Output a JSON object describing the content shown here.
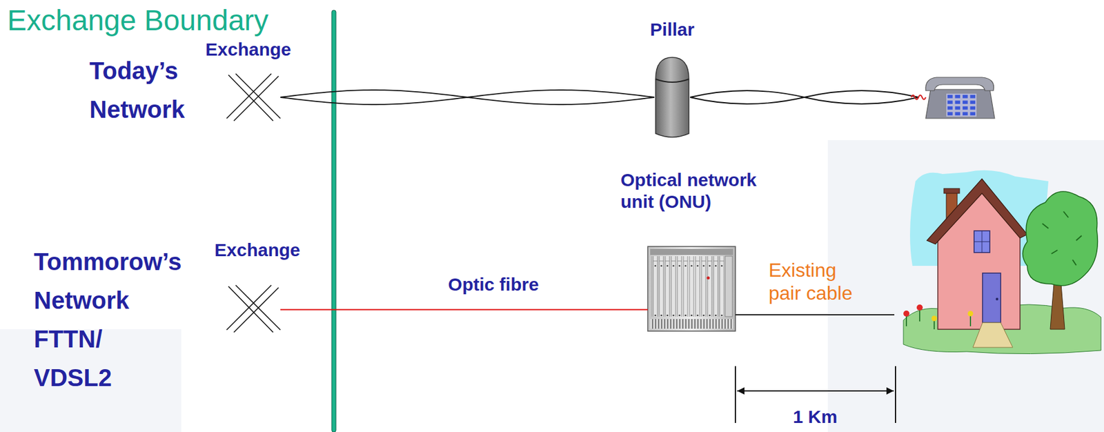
{
  "diagram": {
    "nodes": [
      {
        "text": [
          "Exchange"
        ]
      },
      {
        "text": [
          "Pillar"
        ]
      },
      {
        "text": [
          "Exchange"
        ]
      },
      {
        "text": [
          "Optical network unit (ONU)"
        ]
      }
    ],
    "edges": [
      {
        "from": 0,
        "to": 1,
        "arrow": "none"
      },
      {
        "from": 2,
        "to": 3,
        "label": "Optic fibre",
        "arrow": "none"
      }
    ],
    "labels": [
      "Exchange Boundary",
      "Today’s Network",
      "Tommorow’s Network FTTN/ VDSL2",
      "Existing pair cable",
      "1 Km"
    ]
  }
}
